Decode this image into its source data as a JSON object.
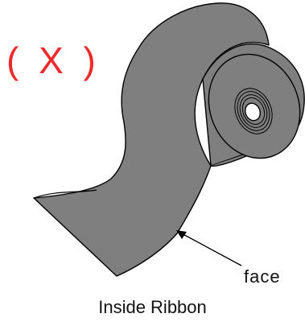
{
  "mark": "( X )",
  "face_label": "face",
  "caption": "Inside Ribbon",
  "colors": {
    "mark": "#ee2a2a",
    "ribbon_fill": "#7f7f7f",
    "outline": "#000000",
    "text": "#111111",
    "core_fill": "#ffffff"
  }
}
